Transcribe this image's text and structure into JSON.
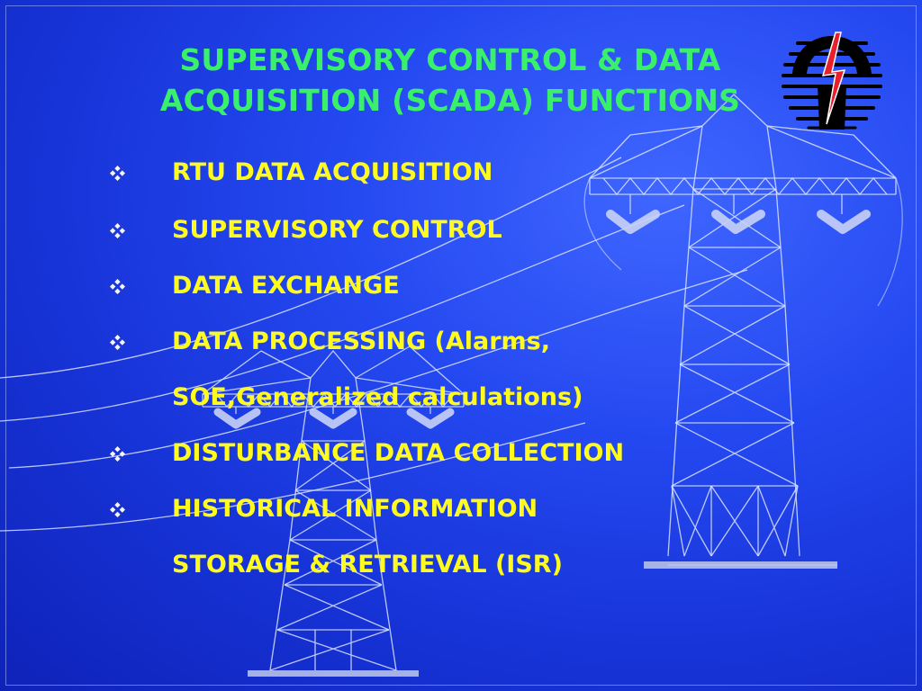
{
  "slide": {
    "title_lines": [
      "SUPERVISORY CONTROL & DATA",
      "ACQUISITION (SCADA) FUNCTIONS"
    ],
    "bullets": [
      "RTU DATA ACQUISITION",
      "SUPERVISORY CONTROL",
      "DATA EXCHANGE",
      "DATA PROCESSING (Alarms,",
      "SOE,Generalized calculations)",
      "DISTURBANCE DATA COLLECTION",
      "HISTORICAL INFORMATION",
      "STORAGE & RETRIEVAL (ISR)"
    ],
    "bullet_markers": [
      true,
      true,
      true,
      true,
      false,
      true,
      true,
      false
    ],
    "bullet_icon": "four-diamond-bullet-icon",
    "background_art": "transmission-tower-illustration",
    "logo_icon": "lightning-bolt-globe-logo-icon",
    "colors": {
      "title": "#3af06a",
      "body": "#fffb1e",
      "background": "#2448f0",
      "line_art": "#d8e2ff",
      "logo_bolt": "#e8202a"
    }
  }
}
